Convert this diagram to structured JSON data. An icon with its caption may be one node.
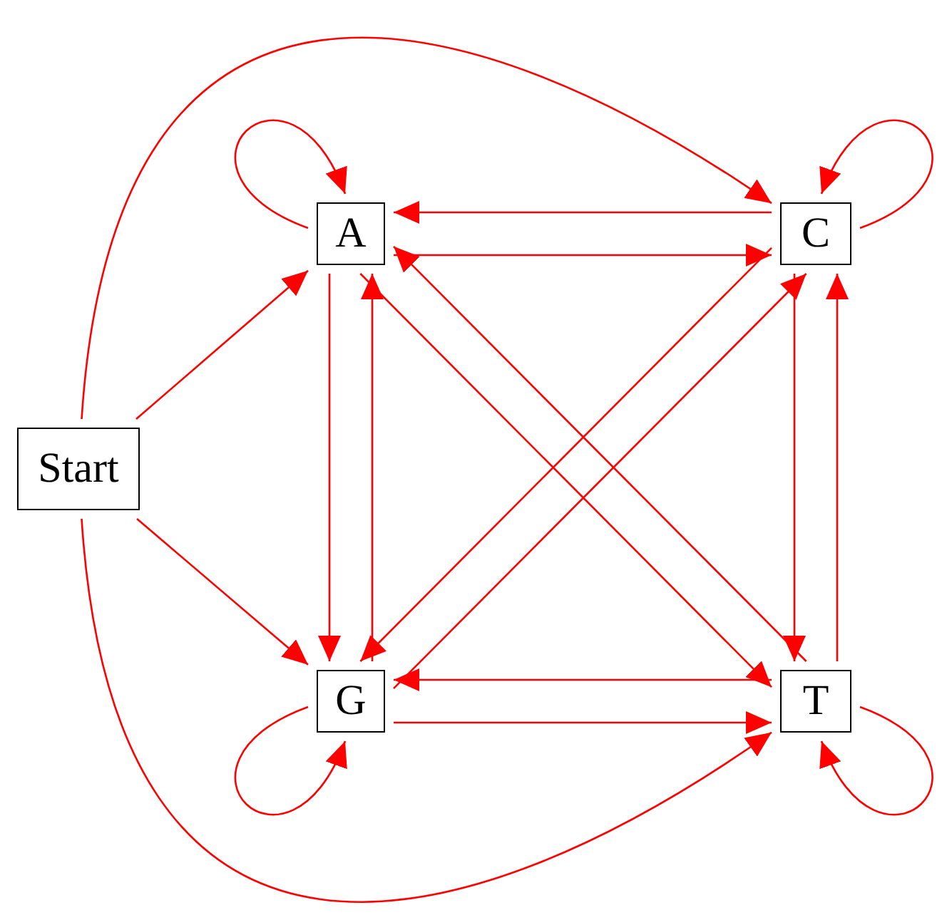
{
  "diagram": {
    "nodes": [
      {
        "text": [
          "Start"
        ]
      },
      {
        "text": [
          "A"
        ]
      },
      {
        "text": [
          "C"
        ]
      },
      {
        "text": [
          "G"
        ]
      },
      {
        "text": [
          "T"
        ]
      }
    ],
    "edges": [
      {
        "from": 0,
        "to": 1,
        "arrow": "to"
      },
      {
        "from": 0,
        "to": 3,
        "arrow": "to"
      },
      {
        "from": 0,
        "to": 2,
        "arrow": "to"
      },
      {
        "from": 0,
        "to": 4,
        "arrow": "to"
      },
      {
        "from": 1,
        "to": 1,
        "arrow": "to"
      },
      {
        "from": 2,
        "to": 2,
        "arrow": "to"
      },
      {
        "from": 3,
        "to": 3,
        "arrow": "to"
      },
      {
        "from": 4,
        "to": 4,
        "arrow": "to"
      },
      {
        "from": 1,
        "to": 2,
        "arrow": "to"
      },
      {
        "from": 2,
        "to": 1,
        "arrow": "to"
      },
      {
        "from": 1,
        "to": 3,
        "arrow": "to"
      },
      {
        "from": 3,
        "to": 1,
        "arrow": "to"
      },
      {
        "from": 1,
        "to": 4,
        "arrow": "to"
      },
      {
        "from": 4,
        "to": 1,
        "arrow": "to"
      },
      {
        "from": 2,
        "to": 3,
        "arrow": "to"
      },
      {
        "from": 3,
        "to": 2,
        "arrow": "to"
      },
      {
        "from": 2,
        "to": 4,
        "arrow": "to"
      },
      {
        "from": 4,
        "to": 2,
        "arrow": "to"
      },
      {
        "from": 3,
        "to": 4,
        "arrow": "to"
      },
      {
        "from": 4,
        "to": 3,
        "arrow": "to"
      }
    ]
  }
}
